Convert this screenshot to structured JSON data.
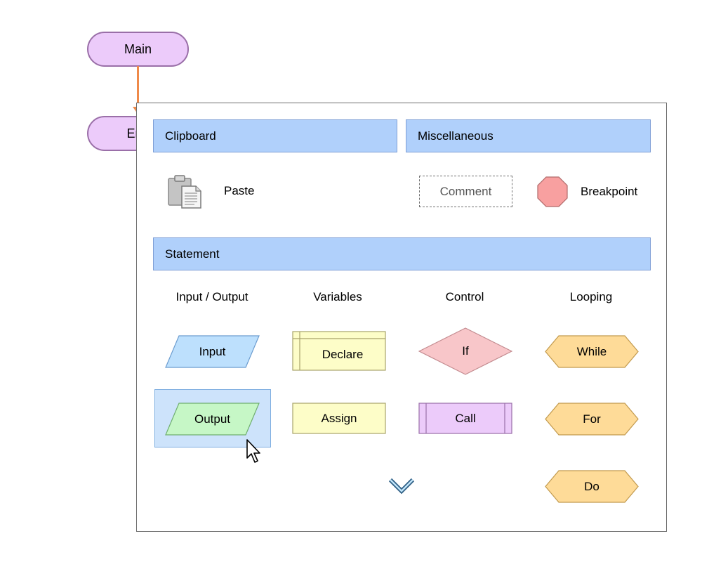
{
  "flowchart": {
    "main_label": "Main",
    "end_label": "End"
  },
  "popup": {
    "clipboard": {
      "header": "Clipboard",
      "paste_label": "Paste",
      "paste_icon": "clipboard-paste-icon"
    },
    "miscellaneous": {
      "header": "Miscellaneous",
      "comment_label": "Comment",
      "breakpoint_label": "Breakpoint",
      "breakpoint_icon": "octagon-breakpoint-icon"
    },
    "statement": {
      "header": "Statement",
      "columns": {
        "io": "Input / Output",
        "variables": "Variables",
        "control": "Control",
        "looping": "Looping"
      },
      "items": {
        "input": "Input",
        "output": "Output",
        "declare": "Declare",
        "assign": "Assign",
        "if": "If",
        "call": "Call",
        "while": "While",
        "for": "For",
        "do": "Do"
      },
      "scroll_more_icon": "chevron-down-icon"
    }
  },
  "cursor_icon": "mouse-pointer-icon",
  "colors": {
    "terminal_fill": "#eccbfa",
    "header_fill": "#b0d0fb",
    "input_fill": "#bde0fd",
    "output_fill": "#c6f7c6",
    "variable_fill": "#fdfdc8",
    "if_fill": "#f8c6c9",
    "call_fill": "#eccbfa",
    "loop_fill": "#fedb98",
    "breakpoint_fill": "#f8a0a0",
    "connector": "#ef8a4a"
  }
}
